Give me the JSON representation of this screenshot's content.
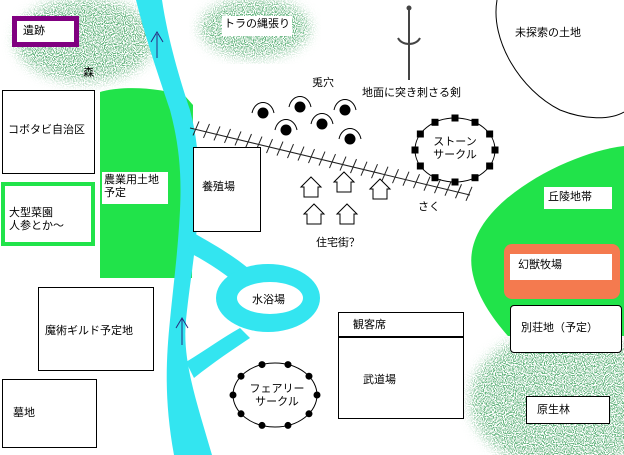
{
  "labels": {
    "ruins": "遺跡",
    "forest": "森",
    "tiger_territory": "トラの縄張り",
    "unexplored": "未探索の土地",
    "rabbit_hole": "兎穴",
    "sword": "地面に突き刺さる剣",
    "stone_circle": "ストーン\nサークル",
    "kobotabi": "コボタビ自治区",
    "farmland": "農業用土地\n予定",
    "breeding": "養殖場",
    "fence": "さく",
    "hill": "丘陵地帯",
    "vegetable_garden": "大型菜園\n人参とか～",
    "residential": "住宅街？",
    "beast_ranch": "幻獣牧場",
    "bathing": "水浴場",
    "magic_guild": "魔術ギルド予定地",
    "villa": "別荘地（予定）",
    "audience": "観客席",
    "dojo": "武道場",
    "fairy_circle": "フェアリー\nサークル",
    "graveyard": "墓地",
    "primeval_forest": "原生林"
  },
  "colors": {
    "river": "#33e5f0",
    "green": "#21e34a",
    "forest_dots": "#1f7a36",
    "ruins_border": "#800080",
    "ranch": "#f47a4f",
    "fence": "#222222",
    "sword": "#444444"
  },
  "icons": {
    "sword": "sword-icon",
    "rabbit_hole": "burrow-icon",
    "house": "house-icon",
    "stone": "stone-icon"
  }
}
